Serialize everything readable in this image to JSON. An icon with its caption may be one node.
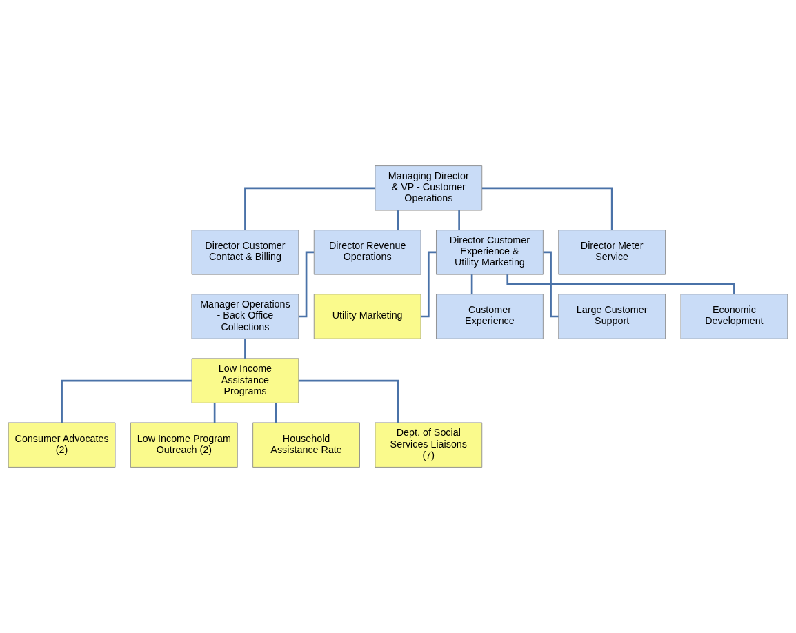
{
  "diagram": {
    "nodes": [
      {
        "text": [
          "Managing Director & VP - Customer Operations"
        ]
      },
      {
        "text": [
          "Director Customer Contact & Billing"
        ]
      },
      {
        "text": [
          "Director Revenue Operations"
        ]
      },
      {
        "text": [
          "Director Customer Experience & Utility Marketing"
        ]
      },
      {
        "text": [
          "Director Meter Service"
        ]
      },
      {
        "text": [
          "Manager Operations - Back Office Collections"
        ]
      },
      {
        "text": [
          "Utility Marketing"
        ]
      },
      {
        "text": [
          "Low Income Assistance Programs"
        ]
      },
      {
        "text": [
          "Customer Experience"
        ]
      },
      {
        "text": [
          "Consumer Advocates (2)"
        ]
      },
      {
        "text": [
          "Low Income Program Outreach (2)"
        ]
      },
      {
        "text": [
          "Large Customer Support"
        ]
      },
      {
        "text": [
          "Household Assistance Rate"
        ]
      },
      {
        "text": [
          "Dept. of Social Services Liaisons (7)"
        ]
      },
      {
        "text": [
          "Economic Development"
        ]
      }
    ],
    "edges": [
      {
        "from": 0,
        "to": 1,
        "arrow": "none"
      },
      {
        "from": 0,
        "to": 2,
        "arrow": "none"
      },
      {
        "from": 0,
        "to": 3,
        "arrow": "none"
      },
      {
        "from": 0,
        "to": 4,
        "arrow": "none"
      },
      {
        "from": 2,
        "to": 5,
        "arrow": "none"
      },
      {
        "from": 3,
        "to": 6,
        "arrow": "none"
      },
      {
        "from": 3,
        "to": 8,
        "arrow": "none"
      },
      {
        "from": 3,
        "to": 11,
        "arrow": "none"
      },
      {
        "from": 3,
        "to": 14,
        "arrow": "none"
      },
      {
        "from": 5,
        "to": 7,
        "arrow": "none"
      },
      {
        "from": 7,
        "to": 9,
        "arrow": "none"
      },
      {
        "from": 7,
        "to": 10,
        "arrow": "none"
      },
      {
        "from": 7,
        "to": 12,
        "arrow": "none"
      },
      {
        "from": 7,
        "to": 13,
        "arrow": "none"
      }
    ]
  }
}
